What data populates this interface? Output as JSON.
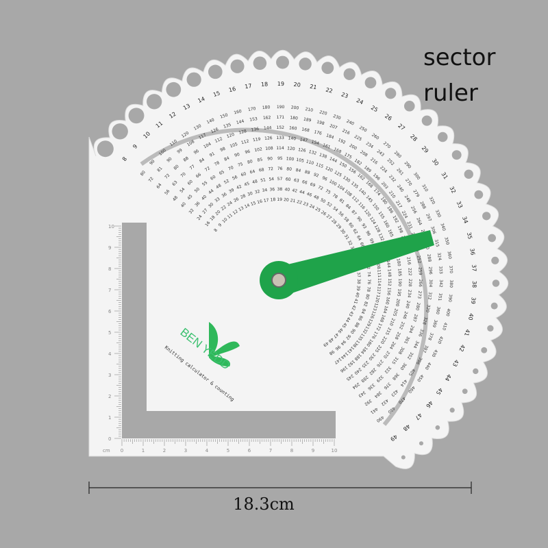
{
  "caption": {
    "line1": "sector",
    "line2": "ruler"
  },
  "dimension": {
    "label": "18.3cm"
  },
  "ruler": {
    "brand": "BEN YEDD",
    "subtitle": "Knitting calculator & counting",
    "outer_scale_start": 8,
    "outer_scale_end": 49,
    "unit": "cm",
    "edge_ticks": [
      "0",
      "1",
      "2",
      "3",
      "4",
      "5",
      "6",
      "7",
      "8",
      "9",
      "10"
    ]
  },
  "colors": {
    "background": "#a8a8a8",
    "board": "#f4f4f4",
    "arm": "#1fa34a",
    "logo": "#2fb85a"
  }
}
